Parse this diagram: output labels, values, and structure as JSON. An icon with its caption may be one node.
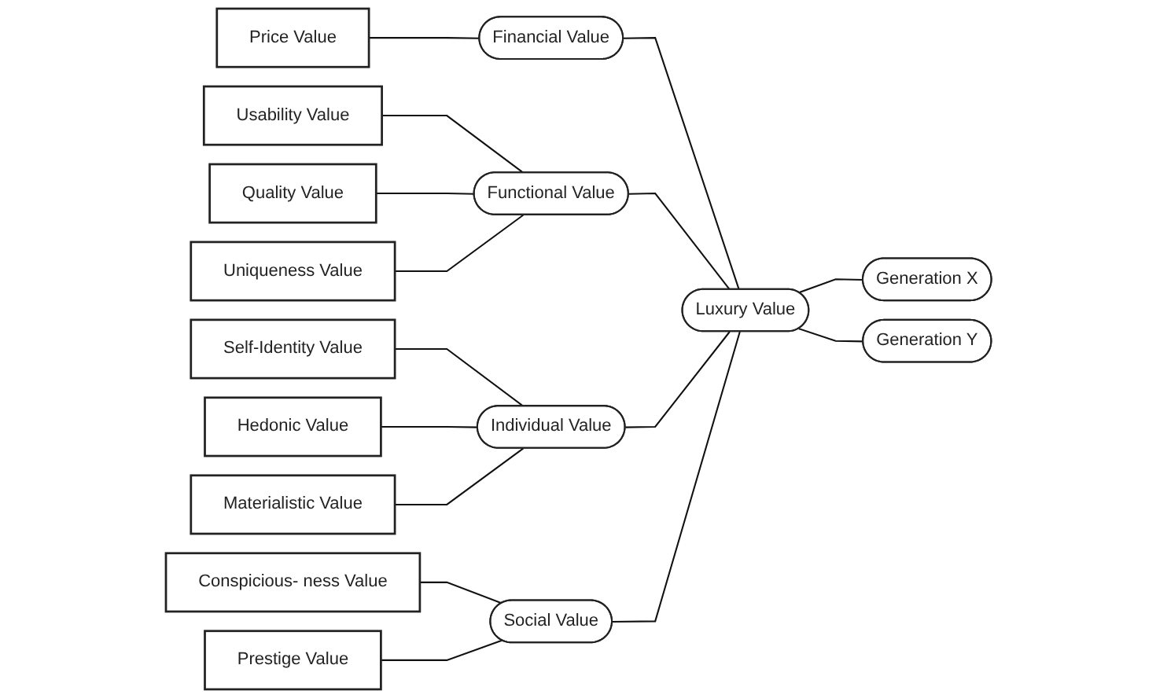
{
  "diagram": {
    "nodes": [
      {
        "text": [
          "Price Value"
        ]
      },
      {
        "text": [
          "Usability Value"
        ]
      },
      {
        "text": [
          "Quality Value"
        ]
      },
      {
        "text": [
          "Uniqueness Value"
        ]
      },
      {
        "text": [
          "Self-Identity Value"
        ]
      },
      {
        "text": [
          "Hedonic Value"
        ]
      },
      {
        "text": [
          "Materialistic Value"
        ]
      },
      {
        "text": [
          "Conspicious- ness Value"
        ]
      },
      {
        "text": [
          "Prestige Value"
        ]
      },
      {
        "text": [
          "Financial Value"
        ]
      },
      {
        "text": [
          "Functional Value"
        ]
      },
      {
        "text": [
          "Individual Value"
        ]
      },
      {
        "text": [
          "Social Value"
        ]
      },
      {
        "text": [
          "Luxury Value"
        ]
      },
      {
        "text": [
          "Generation X"
        ]
      },
      {
        "text": [
          "Generation Y"
        ]
      }
    ],
    "edges": [
      {
        "from": 0,
        "to": 9,
        "arrow": "none"
      },
      {
        "from": 1,
        "to": 10,
        "arrow": "none"
      },
      {
        "from": 2,
        "to": 10,
        "arrow": "none"
      },
      {
        "from": 3,
        "to": 10,
        "arrow": "none"
      },
      {
        "from": 4,
        "to": 11,
        "arrow": "none"
      },
      {
        "from": 5,
        "to": 11,
        "arrow": "none"
      },
      {
        "from": 6,
        "to": 11,
        "arrow": "none"
      },
      {
        "from": 7,
        "to": 12,
        "arrow": "none"
      },
      {
        "from": 8,
        "to": 12,
        "arrow": "none"
      },
      {
        "from": 9,
        "to": 13,
        "arrow": "none"
      },
      {
        "from": 10,
        "to": 13,
        "arrow": "none"
      },
      {
        "from": 11,
        "to": 13,
        "arrow": "none"
      },
      {
        "from": 12,
        "to": 13,
        "arrow": "none"
      },
      {
        "from": 13,
        "to": 14,
        "arrow": "none"
      },
      {
        "from": 13,
        "to": 15,
        "arrow": "none"
      }
    ]
  }
}
